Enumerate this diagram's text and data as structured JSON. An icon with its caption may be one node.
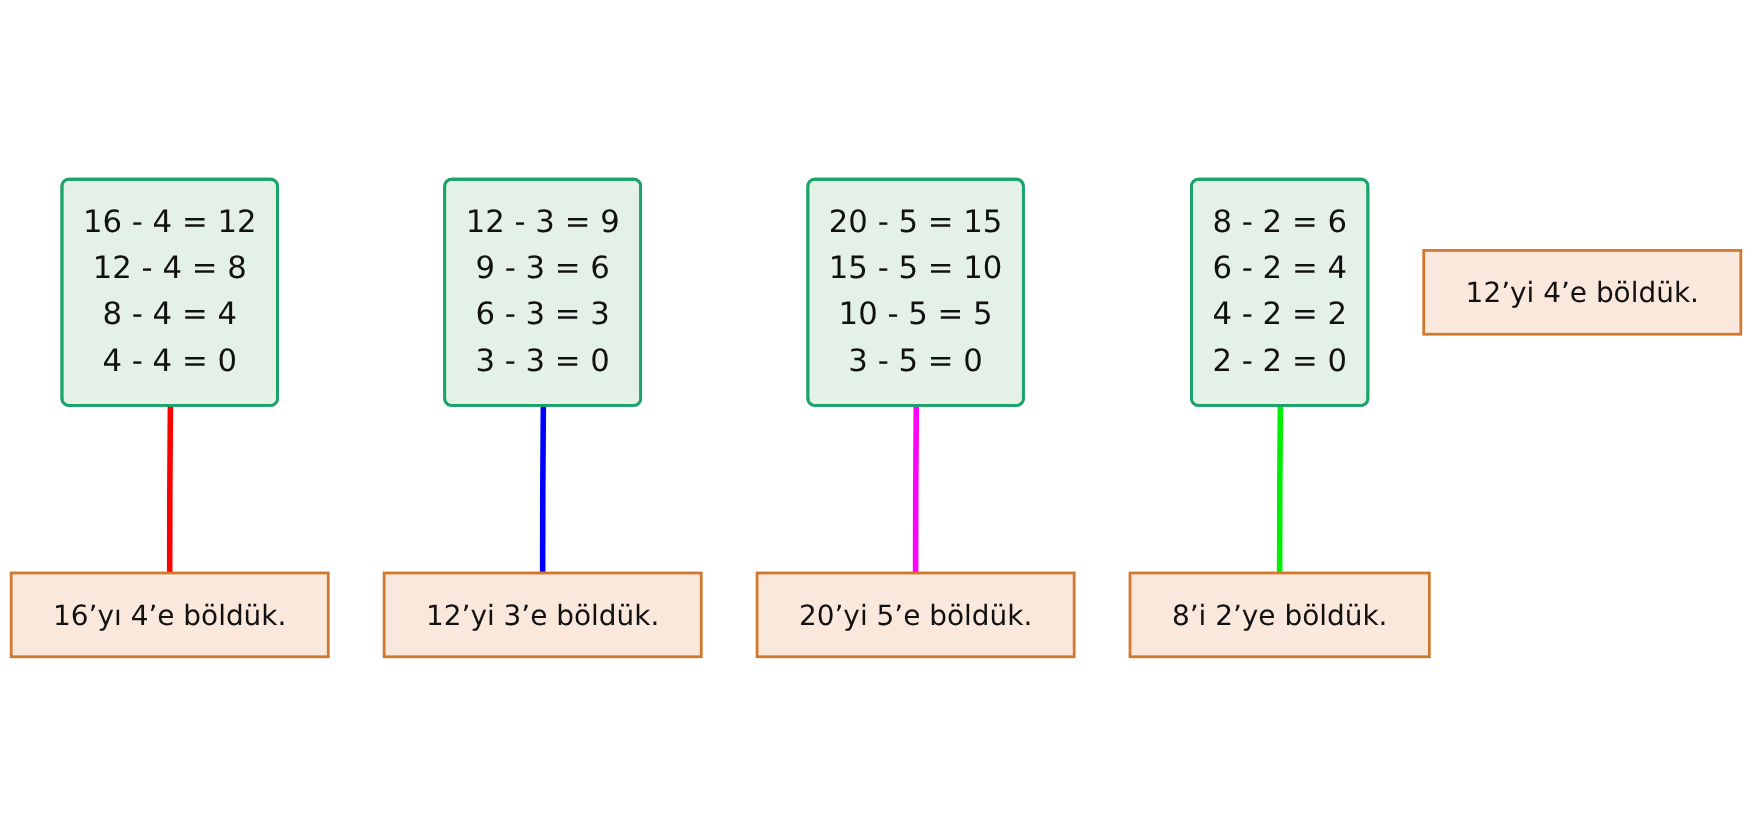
{
  "diagram": {
    "nodes": [
      {
        "text": [
          "16 - 4 = 12",
          "12 - 4 = 8",
          "8 - 4 = 4",
          "4 - 4 = 0"
        ]
      },
      {
        "text": [
          "12 - 3 = 9",
          "9 - 3 = 6",
          "6 - 3 = 3",
          "3 - 3 = 0"
        ]
      },
      {
        "text": [
          "20 - 5 = 15",
          "15 - 5 = 10",
          "10 - 5 = 5",
          "3 - 5 = 0"
        ]
      },
      {
        "text": [
          "8 - 2 = 6",
          "6 - 2 = 4",
          "4 - 2 = 2",
          "2 - 2 = 0"
        ]
      },
      {
        "text": [
          "12’yi 4’e böldük."
        ]
      },
      {
        "text": [
          "20’yi 5’e böldük."
        ]
      },
      {
        "text": [
          "16’yı 4’e böldük."
        ]
      },
      {
        "text": [
          "8’i 2’ye böldük."
        ]
      },
      {
        "text": [
          "12’yi 3’e böldük."
        ]
      }
    ],
    "edges": [
      {
        "from": 0,
        "to": 6,
        "arrow": "none",
        "color": "#ff0000"
      },
      {
        "from": 1,
        "to": 8,
        "arrow": "none",
        "color": "#0000ff"
      },
      {
        "from": 2,
        "to": 5,
        "arrow": "none",
        "color": "#ff00ff"
      },
      {
        "from": 3,
        "to": 7,
        "arrow": "none",
        "color": "#00ee00"
      }
    ]
  }
}
